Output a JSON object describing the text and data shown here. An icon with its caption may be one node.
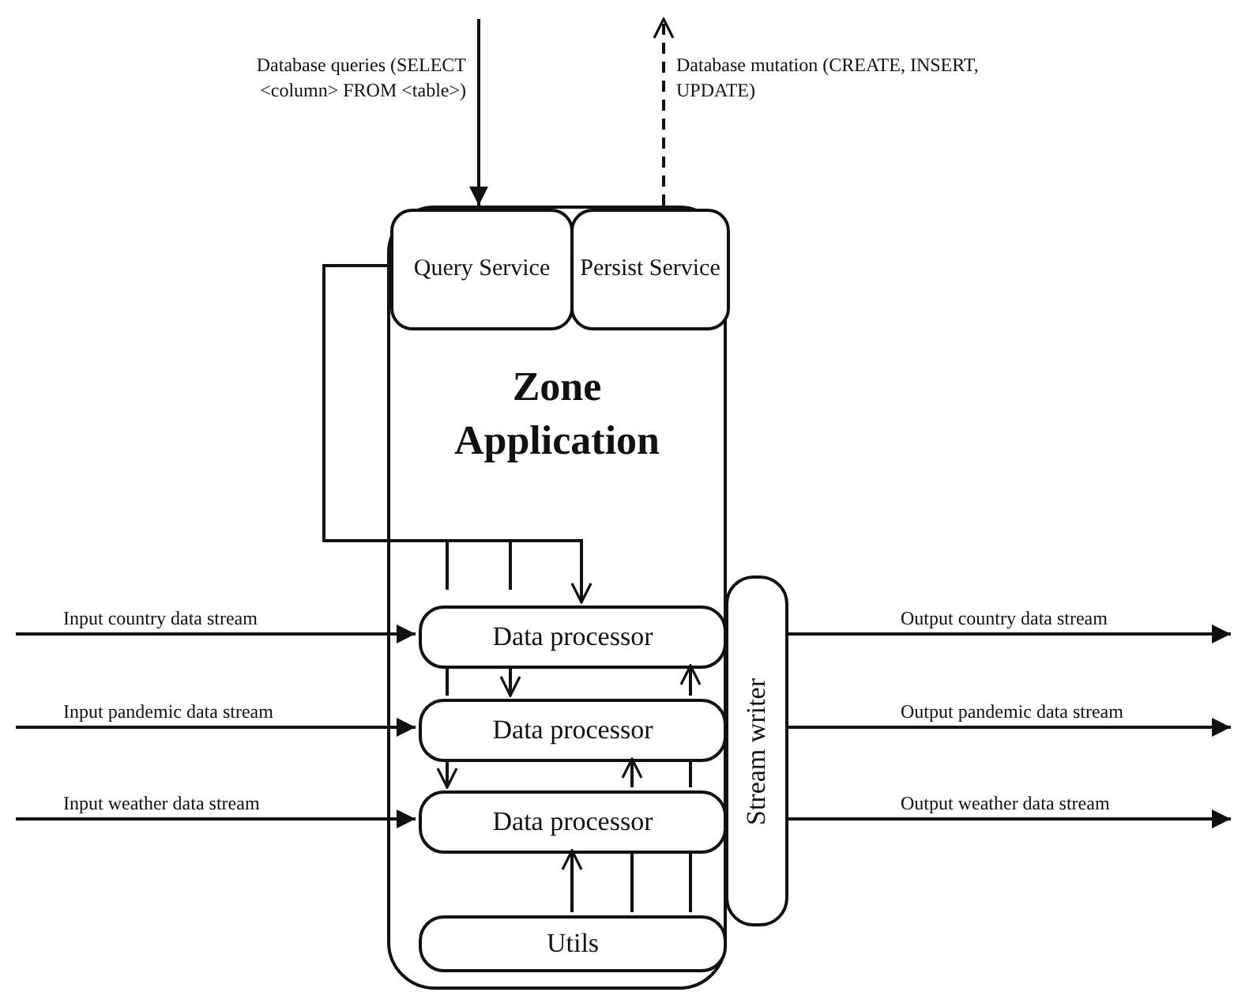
{
  "diagram": {
    "nodes": [
      {
        "text": [
          "Zone Application"
        ]
      },
      {
        "text": [
          "Query Service"
        ],
        "in": 0
      },
      {
        "text": [
          "Persist Service"
        ],
        "in": 0
      },
      {
        "text": [
          "Data processor"
        ],
        "in": 0
      },
      {
        "text": [
          "Data processor"
        ],
        "in": 0
      },
      {
        "text": [
          "Data processor"
        ],
        "in": 0
      },
      {
        "text": [
          "Utils"
        ],
        "in": 0
      },
      {
        "text": [
          "Stream writer"
        ]
      }
    ],
    "edges": [
      {
        "from": null,
        "to": 1,
        "arrow": "to",
        "label": "Database queries (SELECT <column> FROM <table>)"
      },
      {
        "from": 2,
        "to": null,
        "arrow": "to",
        "style": "dashed",
        "label": "Database mutation (CREATE, INSERT, UPDATE)"
      },
      {
        "from": 1,
        "to": 3,
        "arrow": "to"
      },
      {
        "from": 3,
        "to": 4,
        "arrow": "to"
      },
      {
        "from": 4,
        "to": 5,
        "arrow": "to"
      },
      {
        "from": 5,
        "to": 4,
        "arrow": "to"
      },
      {
        "from": 4,
        "to": 3,
        "arrow": "to"
      },
      {
        "from": 6,
        "to": 5,
        "arrow": "to"
      },
      {
        "from": null,
        "to": 3,
        "arrow": "to",
        "label": "Input country data stream"
      },
      {
        "from": null,
        "to": 4,
        "arrow": "to",
        "label": "Input pandemic data stream"
      },
      {
        "from": null,
        "to": 5,
        "arrow": "to",
        "label": "Input weather data stream"
      },
      {
        "from": 7,
        "to": null,
        "arrow": "to",
        "label": "Output country data stream"
      },
      {
        "from": 7,
        "to": null,
        "arrow": "to",
        "label": "Output pandemic data stream"
      },
      {
        "from": 7,
        "to": null,
        "arrow": "to",
        "label": "Output weather data stream"
      },
      {
        "from": 3,
        "to": 4,
        "arrow": "none"
      },
      {
        "from": 4,
        "to": 5,
        "arrow": "none"
      },
      {
        "from": 6,
        "to": 5,
        "arrow": "none"
      },
      {
        "from": 6,
        "to": 5,
        "arrow": "none"
      }
    ]
  }
}
